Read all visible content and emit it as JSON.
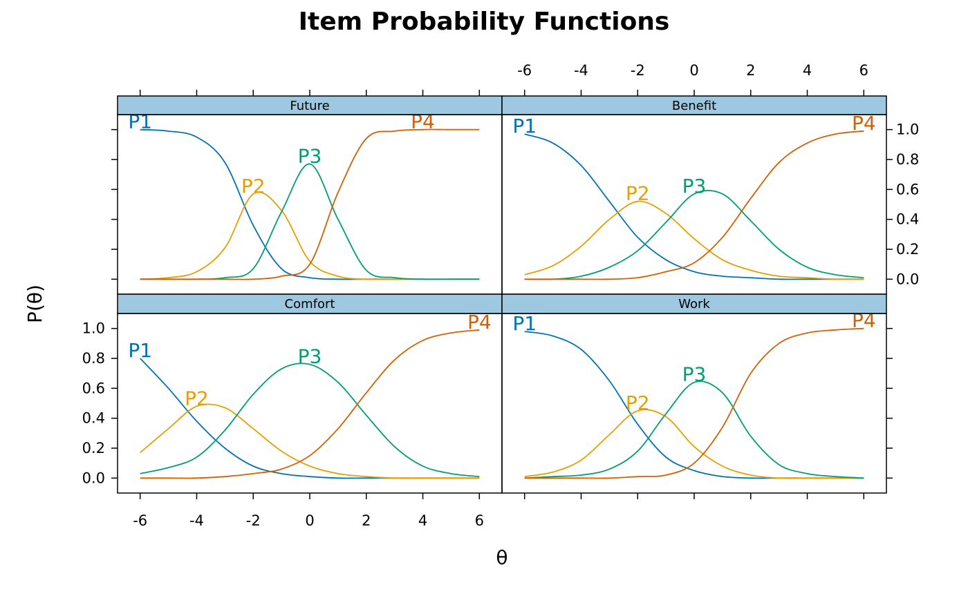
{
  "chart_data": {
    "type": "line",
    "title": "Item Probability Functions",
    "xlabel": "θ",
    "ylabel": "P(θ)",
    "xlim": [
      -6.8,
      6.8
    ],
    "ylim": [
      -0.1,
      1.1
    ],
    "x_ticks": [
      "-6",
      "-4",
      "-2",
      "0",
      "2",
      "4",
      "6"
    ],
    "y_ticks": [
      "0.0",
      "0.2",
      "0.4",
      "0.6",
      "0.8",
      "1.0"
    ],
    "grid": false,
    "legend": "none",
    "colors": {
      "P1": "#0072B2",
      "P2": "#E69F00",
      "P3": "#009E73",
      "P4": "#D55E00",
      "strip": "#9DC8E0"
    },
    "x": [
      -6,
      -5,
      -4,
      -3,
      -2,
      -1,
      0,
      1,
      2,
      3,
      4,
      5,
      6
    ],
    "panels": [
      {
        "name": "Future",
        "series": [
          {
            "name": "P1",
            "values": [
              1.0,
              0.99,
              0.95,
              0.78,
              0.36,
              0.07,
              0.01,
              0.0,
              0.0,
              0.0,
              0.0,
              0.0,
              0.0
            ]
          },
          {
            "name": "P2",
            "values": [
              0.0,
              0.01,
              0.05,
              0.21,
              0.57,
              0.46,
              0.12,
              0.02,
              0.0,
              0.0,
              0.0,
              0.0,
              0.0
            ]
          },
          {
            "name": "P3",
            "values": [
              0.0,
              0.0,
              0.0,
              0.01,
              0.07,
              0.45,
              0.77,
              0.4,
              0.06,
              0.01,
              0.0,
              0.0,
              0.0
            ]
          },
          {
            "name": "P4",
            "values": [
              0.0,
              0.0,
              0.0,
              0.0,
              0.0,
              0.02,
              0.1,
              0.58,
              0.94,
              0.99,
              1.0,
              1.0,
              1.0
            ]
          }
        ]
      },
      {
        "name": "Benefit",
        "series": [
          {
            "name": "P1",
            "values": [
              0.97,
              0.91,
              0.76,
              0.52,
              0.28,
              0.13,
              0.05,
              0.02,
              0.01,
              0.0,
              0.0,
              0.0,
              0.0
            ]
          },
          {
            "name": "P2",
            "values": [
              0.03,
              0.09,
              0.22,
              0.4,
              0.52,
              0.44,
              0.27,
              0.13,
              0.06,
              0.02,
              0.01,
              0.0,
              0.0
            ]
          },
          {
            "name": "P3",
            "values": [
              0.0,
              0.0,
              0.02,
              0.08,
              0.19,
              0.38,
              0.57,
              0.57,
              0.39,
              0.2,
              0.08,
              0.03,
              0.01
            ]
          },
          {
            "name": "P4",
            "values": [
              0.0,
              0.0,
              0.0,
              0.0,
              0.01,
              0.05,
              0.11,
              0.28,
              0.54,
              0.78,
              0.91,
              0.97,
              0.99
            ]
          }
        ]
      },
      {
        "name": "Comfort",
        "series": [
          {
            "name": "P1",
            "values": [
              0.8,
              0.6,
              0.38,
              0.2,
              0.08,
              0.03,
              0.01,
              0.0,
              0.0,
              0.0,
              0.0,
              0.0,
              0.0
            ]
          },
          {
            "name": "P2",
            "values": [
              0.17,
              0.33,
              0.48,
              0.47,
              0.33,
              0.18,
              0.08,
              0.03,
              0.01,
              0.0,
              0.0,
              0.0,
              0.0
            ]
          },
          {
            "name": "P3",
            "values": [
              0.03,
              0.07,
              0.14,
              0.32,
              0.56,
              0.73,
              0.76,
              0.64,
              0.42,
              0.21,
              0.08,
              0.03,
              0.01
            ]
          },
          {
            "name": "P4",
            "values": [
              0.0,
              0.0,
              0.0,
              0.01,
              0.03,
              0.06,
              0.15,
              0.33,
              0.57,
              0.79,
              0.92,
              0.97,
              0.99
            ]
          }
        ]
      },
      {
        "name": "Work",
        "series": [
          {
            "name": "P1",
            "values": [
              0.98,
              0.95,
              0.86,
              0.65,
              0.36,
              0.14,
              0.05,
              0.01,
              0.0,
              0.0,
              0.0,
              0.0,
              0.0
            ]
          },
          {
            "name": "P2",
            "values": [
              0.01,
              0.04,
              0.12,
              0.29,
              0.45,
              0.41,
              0.21,
              0.08,
              0.02,
              0.0,
              0.0,
              0.0,
              0.0
            ]
          },
          {
            "name": "P3",
            "values": [
              0.0,
              0.01,
              0.02,
              0.06,
              0.18,
              0.43,
              0.64,
              0.57,
              0.28,
              0.09,
              0.03,
              0.01,
              0.0
            ]
          },
          {
            "name": "P4",
            "values": [
              0.0,
              0.0,
              0.0,
              0.0,
              0.01,
              0.02,
              0.1,
              0.34,
              0.7,
              0.9,
              0.97,
              0.99,
              1.0
            ]
          }
        ]
      }
    ]
  }
}
